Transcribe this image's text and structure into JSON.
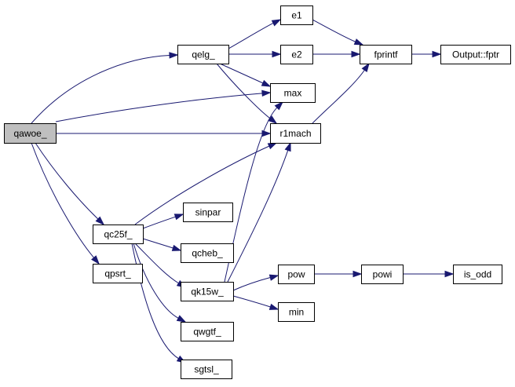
{
  "colors": {
    "edge": "#191970",
    "node_fill": "#ffffff",
    "root_fill": "#bfbfbf",
    "node_border": "#000000"
  },
  "nodes": [
    {
      "id": "qawoe",
      "label": "qawoe_",
      "root": true
    },
    {
      "id": "qelg",
      "label": "qelg_"
    },
    {
      "id": "qc25f",
      "label": "qc25f_"
    },
    {
      "id": "qpsrt",
      "label": "qpsrt_"
    },
    {
      "id": "e1",
      "label": "e1"
    },
    {
      "id": "e2",
      "label": "e2"
    },
    {
      "id": "max",
      "label": "max"
    },
    {
      "id": "r1mach",
      "label": "r1mach"
    },
    {
      "id": "sinpar",
      "label": "sinpar"
    },
    {
      "id": "qcheb",
      "label": "qcheb_"
    },
    {
      "id": "qk15w",
      "label": "qk15w_"
    },
    {
      "id": "qwgtf",
      "label": "qwgtf_"
    },
    {
      "id": "sgtsl",
      "label": "sgtsl_"
    },
    {
      "id": "fprintf",
      "label": "fprintf"
    },
    {
      "id": "output_fptr",
      "label": "Output::fptr"
    },
    {
      "id": "pow",
      "label": "pow"
    },
    {
      "id": "min",
      "label": "min"
    },
    {
      "id": "powi",
      "label": "powi"
    },
    {
      "id": "is_odd",
      "label": "is_odd"
    }
  ],
  "edges": [
    {
      "from": "qawoe",
      "to": "qelg"
    },
    {
      "from": "qawoe",
      "to": "max"
    },
    {
      "from": "qawoe",
      "to": "r1mach"
    },
    {
      "from": "qawoe",
      "to": "qc25f"
    },
    {
      "from": "qawoe",
      "to": "qpsrt"
    },
    {
      "from": "qelg",
      "to": "e1"
    },
    {
      "from": "qelg",
      "to": "e2"
    },
    {
      "from": "qelg",
      "to": "max"
    },
    {
      "from": "qelg",
      "to": "r1mach"
    },
    {
      "from": "e1",
      "to": "fprintf"
    },
    {
      "from": "e2",
      "to": "fprintf"
    },
    {
      "from": "r1mach",
      "to": "fprintf"
    },
    {
      "from": "fprintf",
      "to": "output_fptr"
    },
    {
      "from": "qc25f",
      "to": "r1mach"
    },
    {
      "from": "qc25f",
      "to": "sinpar"
    },
    {
      "from": "qc25f",
      "to": "qcheb"
    },
    {
      "from": "qc25f",
      "to": "qk15w"
    },
    {
      "from": "qc25f",
      "to": "qwgtf"
    },
    {
      "from": "qc25f",
      "to": "sgtsl"
    },
    {
      "from": "qk15w",
      "to": "max"
    },
    {
      "from": "qk15w",
      "to": "r1mach"
    },
    {
      "from": "qk15w",
      "to": "pow"
    },
    {
      "from": "qk15w",
      "to": "min"
    },
    {
      "from": "pow",
      "to": "powi"
    },
    {
      "from": "powi",
      "to": "is_odd"
    }
  ]
}
